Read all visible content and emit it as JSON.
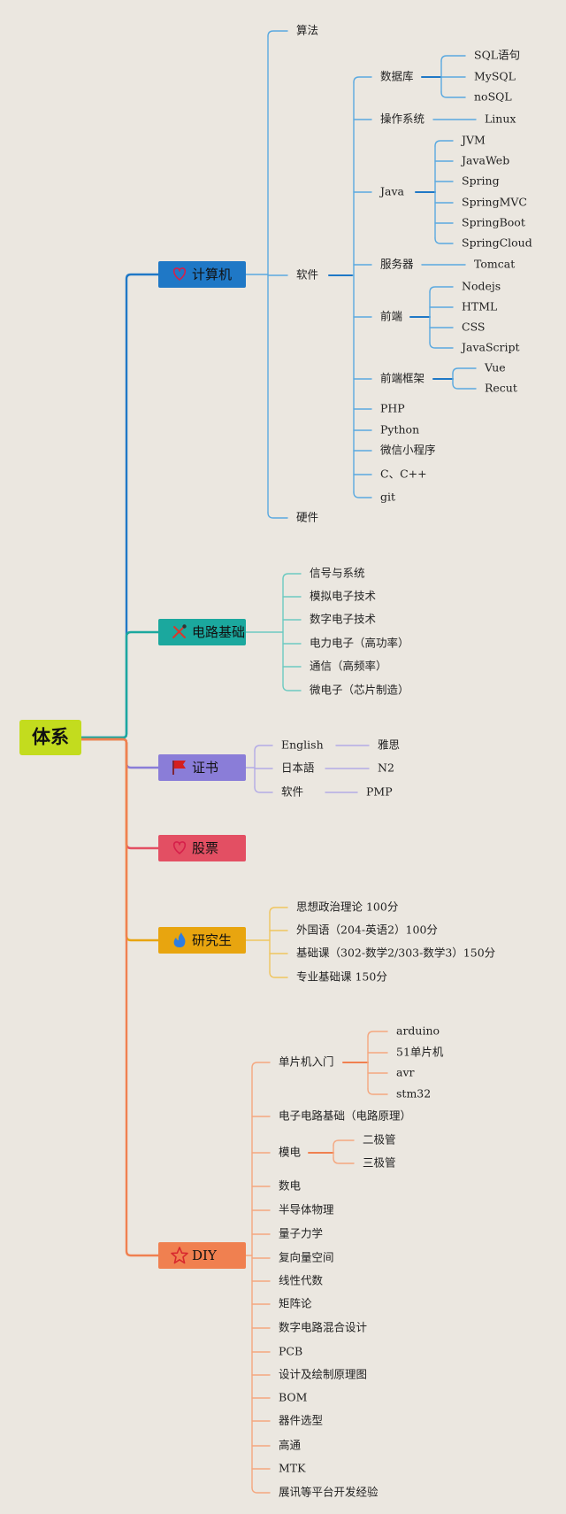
{
  "root": {
    "label": "体系",
    "color": "#c3dc1e"
  },
  "categories": [
    {
      "key": "computer",
      "label": "计算机",
      "icon": "heart-icon",
      "color": "#1f78c6",
      "line_color": "#1f78c6",
      "leaf_line_color": "#5aa9e0",
      "children": [
        {
          "label": "算法"
        },
        {
          "label": "软件",
          "children": [
            {
              "label": "数据库",
              "children": [
                {
                  "label": "SQL语句"
                },
                {
                  "label": "MySQL"
                },
                {
                  "label": "noSQL"
                }
              ]
            },
            {
              "label": "操作系统",
              "children": [
                {
                  "label": "Linux"
                }
              ]
            },
            {
              "label": "Java",
              "children": [
                {
                  "label": "JVM"
                },
                {
                  "label": "JavaWeb"
                },
                {
                  "label": "Spring"
                },
                {
                  "label": "SpringMVC"
                },
                {
                  "label": "SpringBoot"
                },
                {
                  "label": "SpringCloud"
                }
              ]
            },
            {
              "label": "服务器",
              "children": [
                {
                  "label": "Tomcat"
                }
              ]
            },
            {
              "label": "前端",
              "children": [
                {
                  "label": "Nodejs"
                },
                {
                  "label": "HTML"
                },
                {
                  "label": "CSS"
                },
                {
                  "label": "JavaScript"
                }
              ]
            },
            {
              "label": "前端框架",
              "children": [
                {
                  "label": "Vue"
                },
                {
                  "label": "Recut"
                }
              ]
            },
            {
              "label": "PHP"
            },
            {
              "label": "Python"
            },
            {
              "label": "微信小程序"
            },
            {
              "label": "C、C++"
            },
            {
              "label": "git"
            }
          ]
        },
        {
          "label": "硬件"
        }
      ]
    },
    {
      "key": "circuit",
      "label": "电路基础",
      "icon": "tools-icon",
      "color": "#1ba89e",
      "line_color": "#1ba89e",
      "leaf_line_color": "#6ccac1",
      "children": [
        {
          "label": "信号与系统"
        },
        {
          "label": "模拟电子技术"
        },
        {
          "label": "数字电子技术"
        },
        {
          "label": "电力电子（高功率）"
        },
        {
          "label": "通信（高频率）"
        },
        {
          "label": "微电子（芯片制造）"
        }
      ]
    },
    {
      "key": "cert",
      "label": "证书",
      "icon": "flag-icon",
      "color": "#8a7dd8",
      "line_color": "#8a7dd8",
      "leaf_line_color": "#b3abe6",
      "children": [
        {
          "label": "English",
          "children": [
            {
              "label": "雅思"
            }
          ]
        },
        {
          "label": "日本語",
          "children": [
            {
              "label": "N2"
            }
          ]
        },
        {
          "label": "软件",
          "children": [
            {
              "label": "PMP"
            }
          ]
        }
      ]
    },
    {
      "key": "stock",
      "label": "股票",
      "icon": "heart-icon",
      "color": "#e34f63",
      "line_color": "#e34f63",
      "leaf_line_color": "#e34f63",
      "children": []
    },
    {
      "key": "grad",
      "label": "研究生",
      "icon": "fire-icon",
      "color": "#e8a50f",
      "line_color": "#e8a50f",
      "leaf_line_color": "#f0c55f",
      "children": [
        {
          "label": "思想政治理论  100分"
        },
        {
          "label": "外国语（204-英语2）100分"
        },
        {
          "label": "基础课（302-数学2/303-数学3）150分"
        },
        {
          "label": "专业基础课  150分"
        }
      ]
    },
    {
      "key": "diy",
      "label": "DIY",
      "icon": "star-icon",
      "color": "#f08050",
      "line_color": "#f08050",
      "leaf_line_color": "#f4a77f",
      "children": [
        {
          "label": "单片机入门",
          "children": [
            {
              "label": "arduino"
            },
            {
              "label": "51单片机"
            },
            {
              "label": "avr"
            },
            {
              "label": "stm32"
            }
          ]
        },
        {
          "label": "电子电路基础（电路原理）"
        },
        {
          "label": "模电",
          "children": [
            {
              "label": "二极管"
            },
            {
              "label": "三极管"
            }
          ]
        },
        {
          "label": "数电"
        },
        {
          "label": "半导体物理"
        },
        {
          "label": "量子力学"
        },
        {
          "label": "复向量空间"
        },
        {
          "label": "线性代数"
        },
        {
          "label": "矩阵论"
        },
        {
          "label": "数字电路混合设计"
        },
        {
          "label": "PCB"
        },
        {
          "label": "设计及绘制原理图"
        },
        {
          "label": "BOM"
        },
        {
          "label": "器件选型"
        },
        {
          "label": "高通"
        },
        {
          "label": "MTK"
        },
        {
          "label": "展讯等平台开发经验"
        }
      ]
    }
  ]
}
